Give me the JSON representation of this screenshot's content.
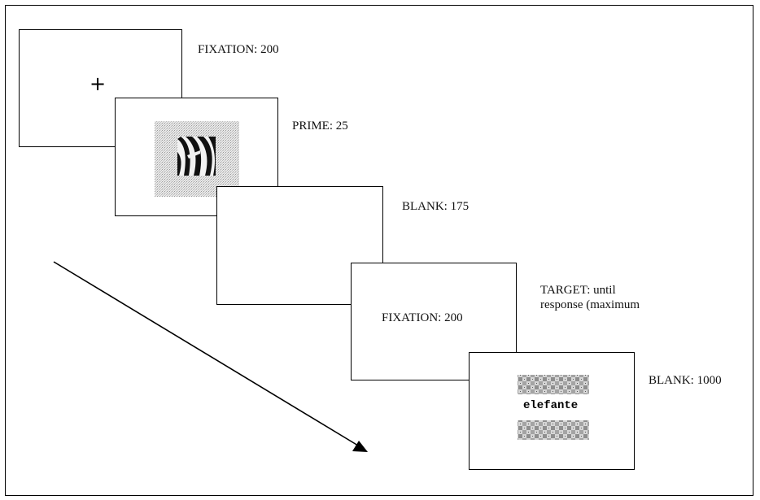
{
  "screens": {
    "fixation": {
      "label": "FIXATION: 200",
      "cross": "+"
    },
    "prime": {
      "label": "PRIME: 25",
      "image": "zebra-stripes-masked"
    },
    "blank1": {
      "label": "BLANK: 175"
    },
    "target": {
      "inner_text": "FIXATION: 200",
      "label_line1": "TARGET: until",
      "label_line2": "response (maximum"
    },
    "blank2": {
      "label": "BLANK: 1000",
      "word": "elefante",
      "mask": "checkerboard-noise"
    }
  },
  "arrow": {
    "meaning": "time-direction"
  }
}
